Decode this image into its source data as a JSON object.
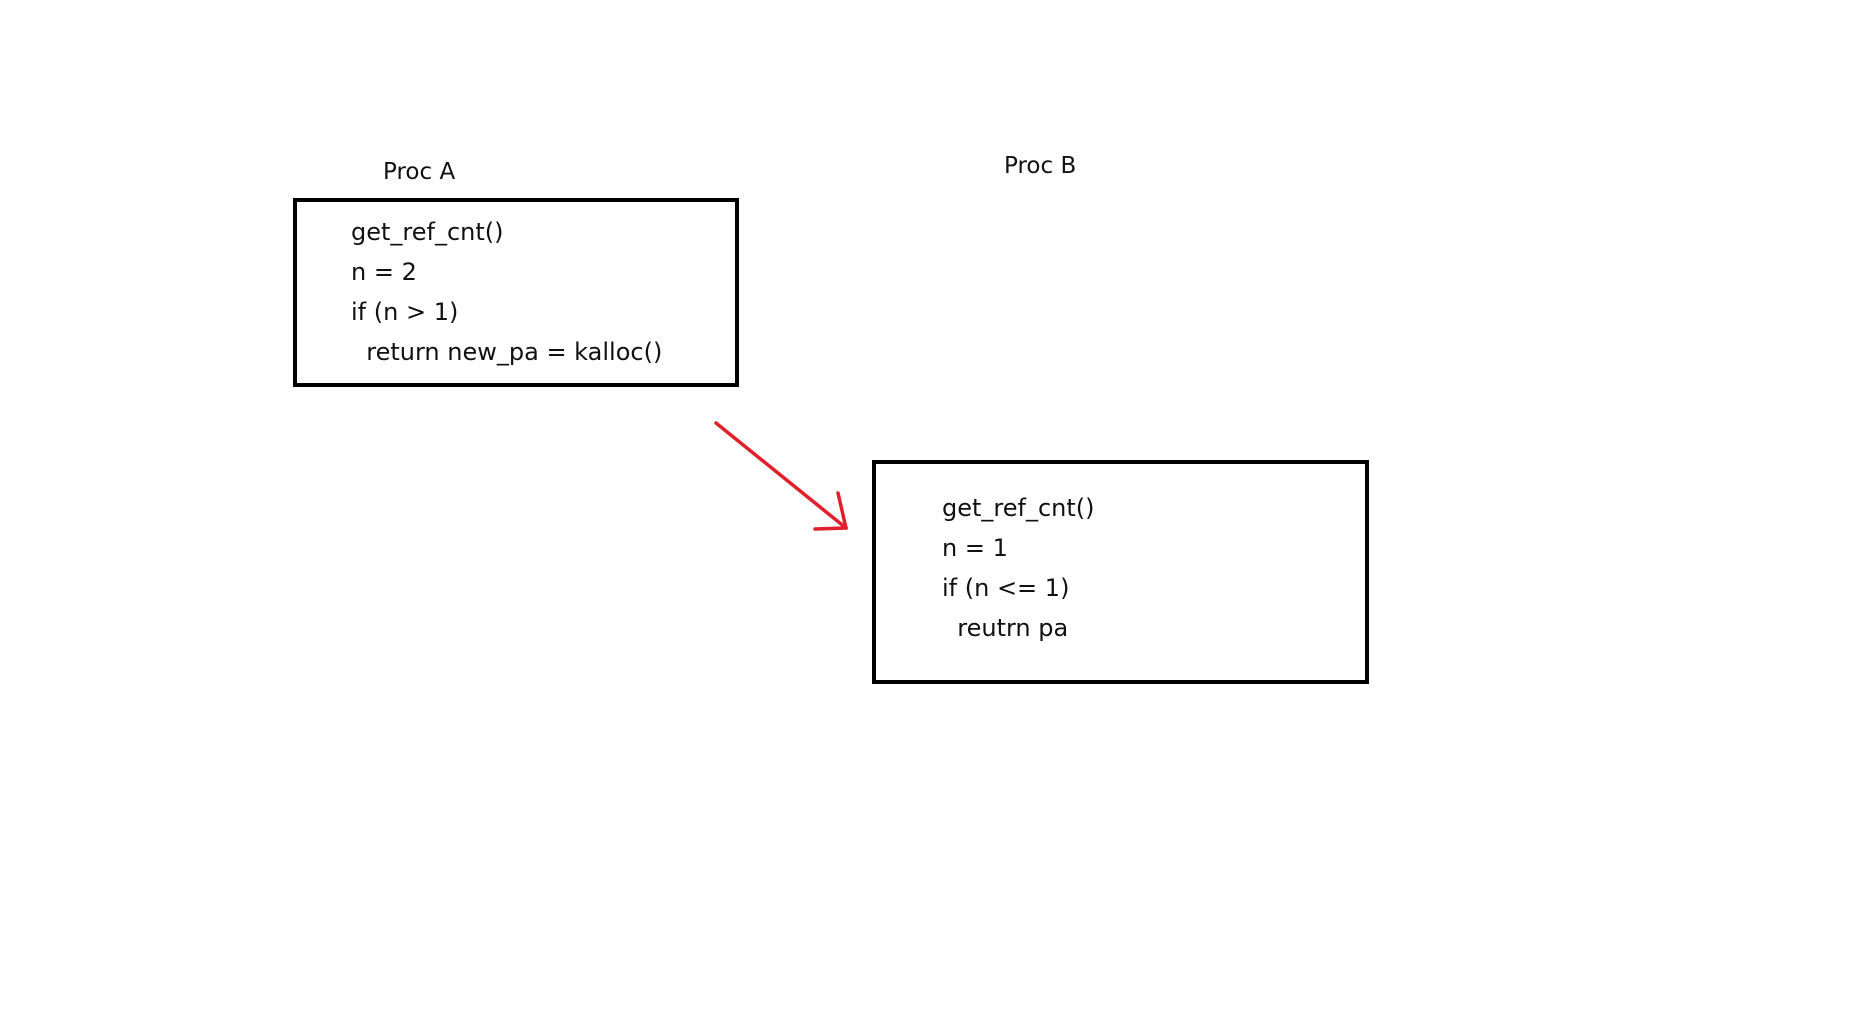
{
  "diagram": {
    "proc_a": {
      "title": "Proc A",
      "lines": [
        "get_ref_cnt()",
        "n = 2",
        "if (n > 1)",
        "  return new_pa = kalloc()"
      ]
    },
    "proc_b": {
      "title": "Proc B",
      "lines": [
        "get_ref_cnt()",
        "n = 1",
        "if (n <= 1)",
        "  reutrn pa"
      ]
    },
    "arrow": {
      "color": "#e0202a",
      "from": "proc-a-box",
      "to": "proc-b-box"
    }
  }
}
